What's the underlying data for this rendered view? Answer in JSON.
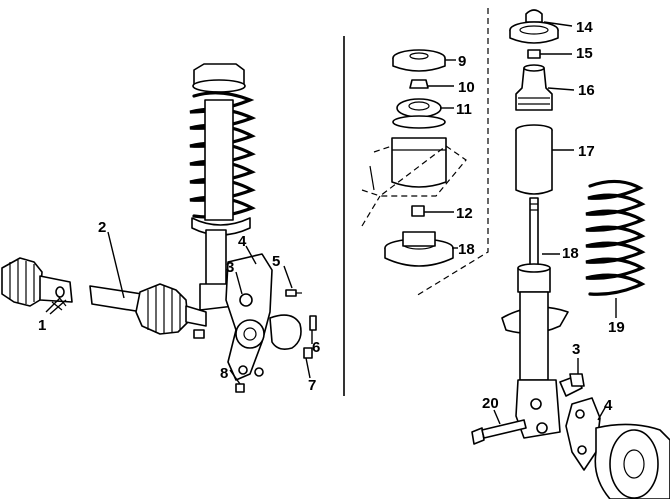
{
  "callouts": {
    "c1": "1",
    "c2": "2",
    "c3_left": "3",
    "c4_left": "4",
    "c5": "5",
    "c6": "6",
    "c7": "7",
    "c8": "8",
    "c9": "9",
    "c10": "10",
    "c11": "11",
    "c12": "12",
    "c18_left": "18",
    "c14": "14",
    "c15": "15",
    "c16": "16",
    "c17": "17",
    "c18_right": "18",
    "c19": "19",
    "c3_right": "3",
    "c20": "20",
    "c4_right": "4"
  }
}
